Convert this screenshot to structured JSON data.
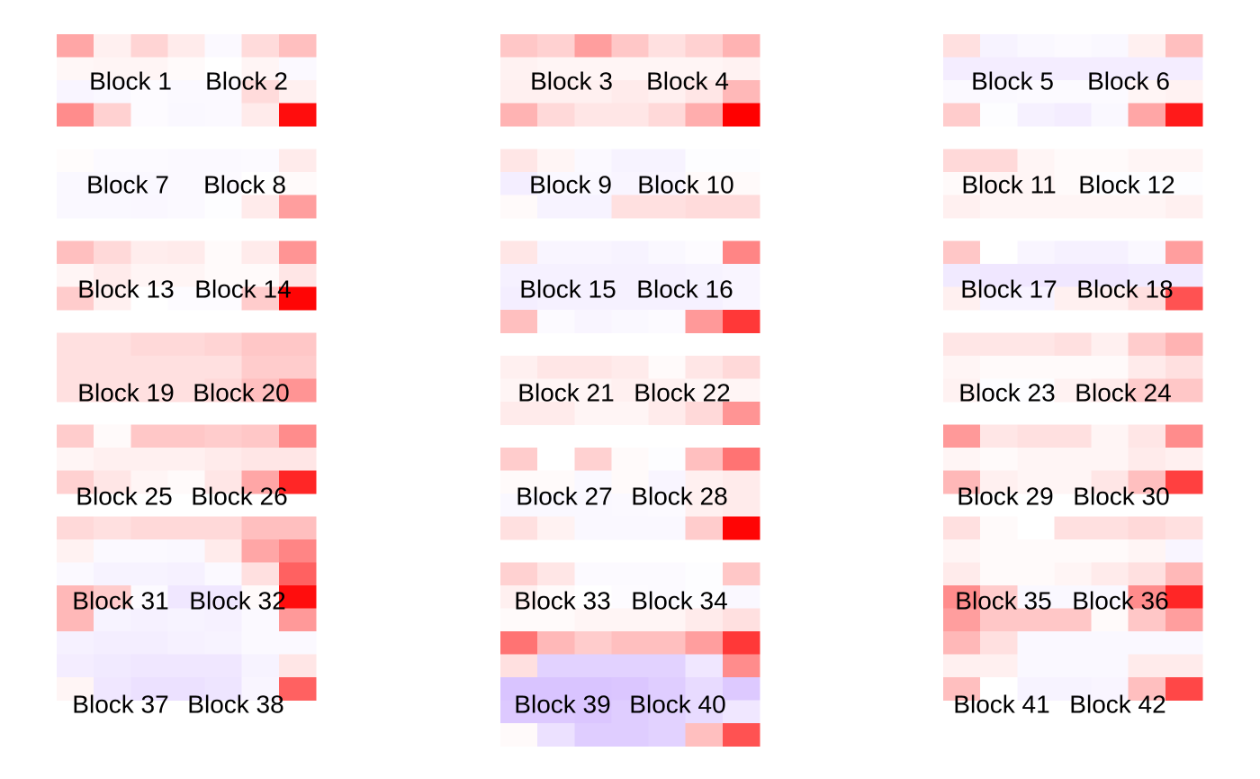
{
  "chart_data": {
    "type": "heatmap",
    "title": "",
    "xlabel": "",
    "ylabel": "",
    "colorscale": {
      "low": "#b388ff",
      "mid": "#ffffff",
      "high": "#ff0000"
    },
    "value_range": [
      -1,
      1
    ],
    "panels": [
      {
        "id": "col1",
        "rows": [
          [
            0.35,
            0.06,
            0.17,
            0.08,
            -0.05,
            0.14,
            0.25
          ],
          [
            0.03,
            0.04,
            0.04,
            0.02,
            0.0,
            0.04,
            -0.05
          ],
          [
            -0.08,
            -0.06,
            -0.03,
            -0.05,
            -0.05,
            0.14,
            0.06
          ],
          [
            0.45,
            0.18,
            -0.03,
            -0.06,
            -0.05,
            0.08,
            0.95
          ],
          [
            null,
            null,
            null,
            null,
            null,
            null,
            null
          ],
          [
            0.01,
            -0.04,
            -0.04,
            -0.05,
            -0.05,
            -0.04,
            0.08
          ],
          [
            -0.06,
            -0.06,
            -0.06,
            -0.05,
            -0.04,
            0.0,
            0.02
          ],
          [
            -0.06,
            -0.06,
            -0.07,
            -0.05,
            -0.02,
            0.08,
            0.38
          ],
          [
            null,
            null,
            null,
            null,
            null,
            null,
            null
          ],
          [
            0.25,
            0.15,
            0.07,
            0.08,
            0.02,
            0.08,
            0.42
          ],
          [
            0.04,
            0.08,
            0.04,
            0.04,
            0.02,
            0.02,
            0.1
          ],
          [
            0.2,
            0.06,
            0.0,
            -0.03,
            -0.03,
            0.2,
            0.98
          ],
          [
            null,
            null,
            null,
            null,
            null,
            null,
            null
          ],
          [
            0.12,
            0.12,
            0.15,
            0.15,
            0.17,
            0.22,
            0.22
          ],
          [
            0.12,
            0.12,
            0.12,
            0.12,
            0.12,
            0.2,
            0.2
          ],
          [
            0.12,
            0.12,
            0.12,
            0.12,
            0.15,
            0.25,
            0.42
          ],
          [
            null,
            null,
            null,
            null,
            null,
            null,
            null
          ],
          [
            0.2,
            0.02,
            0.22,
            0.22,
            0.2,
            0.22,
            0.45
          ],
          [
            0.04,
            0.06,
            0.06,
            0.06,
            0.08,
            0.1,
            0.1
          ],
          [
            0.18,
            0.1,
            0.04,
            0.02,
            0.1,
            0.35,
            0.85
          ],
          [
            null,
            null,
            null,
            null,
            null,
            null,
            null
          ],
          [
            0.15,
            0.12,
            0.15,
            0.15,
            0.15,
            0.25,
            0.25
          ],
          [
            0.05,
            -0.05,
            -0.05,
            -0.06,
            0.08,
            0.35,
            0.48
          ],
          [
            -0.05,
            -0.1,
            -0.1,
            -0.12,
            -0.05,
            0.12,
            0.62
          ],
          [
            0.28,
            0.2,
            -0.04,
            -0.2,
            -0.2,
            0.02,
            0.95
          ],
          [
            0.28,
            -0.1,
            -0.12,
            -0.1,
            -0.12,
            -0.05,
            0.4
          ],
          [
            -0.12,
            -0.14,
            -0.14,
            -0.12,
            -0.1,
            -0.05,
            -0.05
          ],
          [
            -0.15,
            -0.18,
            -0.2,
            -0.2,
            -0.2,
            -0.1,
            0.1
          ],
          [
            0.04,
            -0.2,
            -0.25,
            -0.25,
            -0.22,
            -0.08,
            0.62
          ]
        ]
      },
      {
        "id": "col2",
        "rows": [
          [
            0.22,
            0.18,
            0.38,
            0.22,
            0.12,
            0.18,
            0.3
          ],
          [
            0.05,
            0.04,
            0.04,
            0.04,
            0.04,
            0.04,
            0.05
          ],
          [
            0.06,
            0.06,
            0.06,
            0.08,
            0.06,
            0.1,
            0.28
          ],
          [
            0.3,
            0.15,
            0.1,
            0.1,
            0.15,
            0.32,
            1.0
          ],
          [
            null,
            null,
            null,
            null,
            null,
            null,
            null
          ],
          [
            0.1,
            0.04,
            -0.05,
            -0.1,
            -0.1,
            -0.02,
            -0.02
          ],
          [
            -0.14,
            -0.06,
            -0.06,
            -0.08,
            -0.08,
            0.02,
            0.02
          ],
          [
            0.02,
            -0.1,
            -0.1,
            0.12,
            0.12,
            0.14,
            0.14
          ],
          [
            null,
            null,
            null,
            null,
            null,
            null,
            null
          ],
          [
            0.1,
            -0.08,
            -0.08,
            -0.1,
            -0.06,
            -0.03,
            0.48
          ],
          [
            -0.12,
            -0.12,
            -0.12,
            -0.12,
            -0.12,
            -0.1,
            -0.08
          ],
          [
            -0.14,
            -0.12,
            -0.12,
            -0.12,
            -0.12,
            -0.12,
            -0.08
          ],
          [
            0.25,
            -0.04,
            -0.08,
            -0.06,
            -0.04,
            0.4,
            0.78
          ],
          [
            null,
            null,
            null,
            null,
            null,
            null,
            null
          ],
          [
            0.06,
            0.1,
            0.1,
            0.08,
            0.02,
            0.1,
            0.15
          ],
          [
            0.04,
            0.04,
            0.04,
            0.06,
            0.06,
            0.04,
            0.04
          ],
          [
            0.08,
            0.08,
            0.04,
            0.04,
            0.08,
            0.15,
            0.42
          ],
          [
            null,
            null,
            null,
            null,
            null,
            null,
            null
          ],
          [
            0.2,
            0.0,
            0.18,
            0.02,
            -0.02,
            0.25,
            0.55
          ],
          [
            0.02,
            0.02,
            -0.06,
            0.02,
            -0.08,
            0.06,
            0.08
          ],
          [
            -0.06,
            -0.06,
            -0.06,
            -0.05,
            -0.04,
            0.06,
            0.08
          ],
          [
            0.12,
            0.05,
            -0.06,
            -0.06,
            -0.06,
            0.2,
            0.98
          ],
          [
            null,
            null,
            null,
            null,
            null,
            null,
            null
          ],
          [
            0.18,
            0.1,
            -0.04,
            -0.04,
            -0.04,
            -0.02,
            0.22
          ],
          [
            0.06,
            0.02,
            0.0,
            -0.03,
            -0.04,
            -0.02,
            -0.06
          ],
          [
            0.02,
            0.02,
            0.04,
            0.04,
            0.04,
            0.08,
            0.12
          ],
          [
            0.55,
            0.28,
            0.2,
            0.25,
            0.25,
            0.38,
            0.78
          ],
          [
            0.12,
            -0.38,
            -0.38,
            -0.38,
            -0.38,
            -0.2,
            0.45
          ],
          [
            -0.5,
            -0.5,
            -0.5,
            -0.48,
            -0.42,
            -0.3,
            -0.45
          ],
          [
            -0.45,
            -0.45,
            -0.48,
            -0.42,
            -0.38,
            -0.3,
            -0.2
          ],
          [
            0.02,
            -0.25,
            -0.42,
            -0.42,
            -0.38,
            0.25,
            0.68
          ]
        ]
      },
      {
        "id": "col3",
        "rows": [
          [
            0.12,
            -0.1,
            -0.06,
            -0.04,
            -0.06,
            0.06,
            0.25
          ],
          [
            -0.15,
            -0.15,
            -0.15,
            -0.15,
            -0.15,
            -0.15,
            -0.15
          ],
          [
            -0.05,
            -0.05,
            -0.04,
            -0.04,
            -0.04,
            0.04,
            0.05
          ],
          [
            0.2,
            -0.02,
            -0.12,
            -0.15,
            -0.06,
            0.35,
            0.9
          ],
          [
            null,
            null,
            null,
            null,
            null,
            null,
            null
          ],
          [
            0.15,
            0.15,
            0.04,
            0.02,
            0.02,
            0.04,
            0.04
          ],
          [
            0.02,
            0.04,
            0.04,
            0.02,
            -0.02,
            -0.02,
            -0.02
          ],
          [
            0.06,
            0.04,
            0.04,
            0.04,
            0.04,
            0.04,
            0.06
          ],
          [
            null,
            null,
            null,
            null,
            null,
            null,
            null
          ],
          [
            0.22,
            0.0,
            -0.08,
            -0.12,
            -0.12,
            -0.06,
            0.38
          ],
          [
            -0.18,
            -0.2,
            -0.2,
            -0.2,
            -0.2,
            -0.18,
            -0.18
          ],
          [
            0.06,
            -0.1,
            -0.1,
            0.06,
            0.06,
            0.12,
            0.68
          ],
          [
            null,
            null,
            null,
            null,
            null,
            null,
            null
          ],
          [
            0.1,
            0.1,
            0.1,
            0.12,
            0.06,
            0.2,
            0.3
          ],
          [
            0.04,
            0.02,
            0.02,
            0.02,
            0.02,
            0.08,
            0.12
          ],
          [
            0.05,
            -0.02,
            -0.02,
            0.05,
            0.08,
            0.2,
            0.22
          ],
          [
            null,
            null,
            null,
            null,
            null,
            null,
            null
          ],
          [
            0.4,
            0.1,
            0.12,
            0.12,
            0.04,
            0.1,
            0.45
          ],
          [
            0.04,
            0.02,
            0.04,
            0.04,
            0.04,
            0.08,
            0.06
          ],
          [
            0.28,
            0.06,
            0.04,
            0.04,
            0.1,
            0.25,
            0.75
          ],
          [
            null,
            null,
            null,
            null,
            null,
            null,
            null
          ],
          [
            0.12,
            0.02,
            0.0,
            0.12,
            0.12,
            0.15,
            0.12
          ],
          [
            0.04,
            0.02,
            0.02,
            0.02,
            0.02,
            0.04,
            -0.08
          ],
          [
            0.08,
            0.02,
            0.02,
            0.04,
            0.08,
            0.12,
            0.28
          ],
          [
            0.45,
            0.2,
            -0.06,
            -0.06,
            -0.06,
            0.45,
            0.85
          ],
          [
            0.38,
            0.22,
            0.22,
            0.22,
            0.02,
            0.22,
            0.38
          ],
          [
            0.28,
            0.12,
            -0.06,
            -0.06,
            -0.06,
            -0.06,
            -0.06
          ],
          [
            0.06,
            0.06,
            -0.06,
            -0.06,
            -0.06,
            0.08,
            0.08
          ],
          [
            0.25,
            0.0,
            -0.1,
            -0.1,
            -0.08,
            0.25,
            0.72
          ]
        ]
      }
    ],
    "block_labels": [
      [
        "Block 1",
        "Block 2"
      ],
      [
        "Block 3",
        "Block 4"
      ],
      [
        "Block 5",
        "Block 6"
      ],
      [
        "Block 7",
        "Block 8"
      ],
      [
        "Block 9",
        "Block 10"
      ],
      [
        "Block 11",
        "Block 12"
      ],
      [
        "Block 13",
        "Block 14"
      ],
      [
        "Block 15",
        "Block 16"
      ],
      [
        "Block 17",
        "Block 18"
      ],
      [
        "Block 19",
        "Block 20"
      ],
      [
        "Block 21",
        "Block 22"
      ],
      [
        "Block 23",
        "Block 24"
      ],
      [
        "Block 25",
        "Block 26"
      ],
      [
        "Block 27",
        "Block 28"
      ],
      [
        "Block 29",
        "Block 30"
      ],
      [
        "Block 31",
        "Block 32"
      ],
      [
        "Block 33",
        "Block 34"
      ],
      [
        "Block 35",
        "Block 36"
      ],
      [
        "Block 37",
        "Block 38"
      ],
      [
        "Block 39",
        "Block 40"
      ],
      [
        "Block 41",
        "Block 42"
      ]
    ]
  }
}
